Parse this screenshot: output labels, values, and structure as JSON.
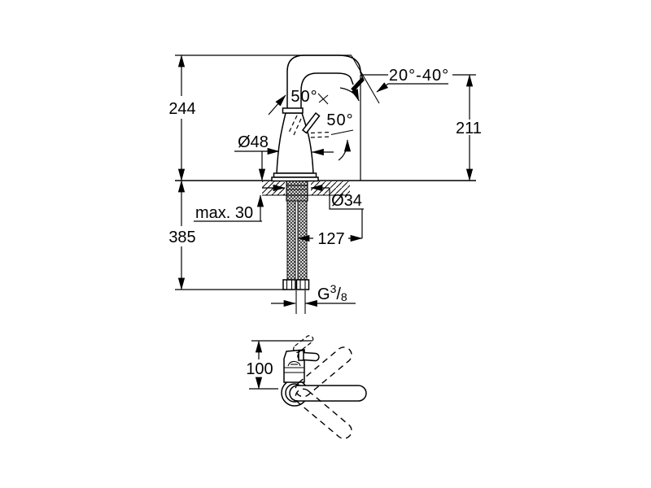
{
  "drawing": {
    "title": "single-lever-basin-mixer-dimensional-drawing",
    "colors": {
      "line": "#000000",
      "background": "#ffffff"
    },
    "dimensions": {
      "overall_height": "244",
      "below_counter_depth": "385",
      "spout_height": "211",
      "spout_projection": "127",
      "body_diameter": "Ø48",
      "shank_diameter": "Ø34",
      "counter_thickness_max": "max. 30",
      "handle_swing_upper": "50°",
      "handle_swing_lower": "50°",
      "spout_angle_range": "20°-40°",
      "top_view_height": "100",
      "thread": {
        "prefix": "G",
        "numerator": "3",
        "slash": "/",
        "denominator": "8"
      }
    },
    "views": {
      "front": "front-elevation-with-supply-hoses",
      "top": "swivel-range-view"
    }
  }
}
